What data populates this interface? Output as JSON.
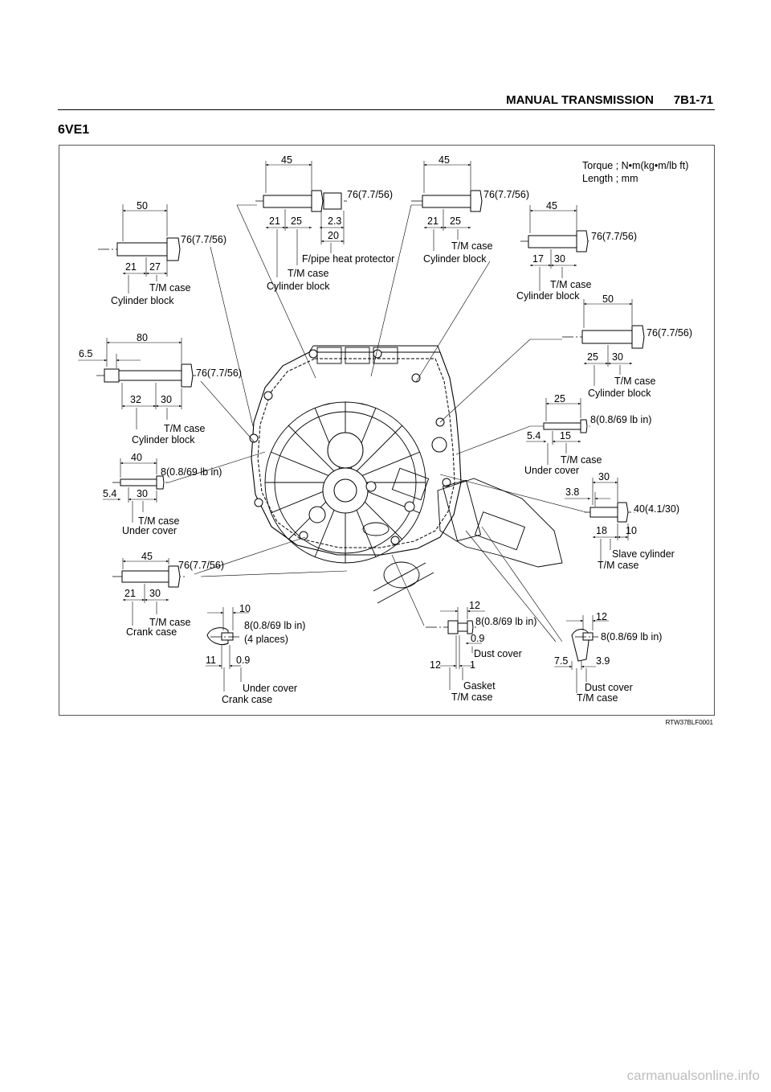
{
  "header": {
    "title": "MANUAL TRANSMISSION",
    "page": "7B1-71"
  },
  "model": "6VE1",
  "figure_code": "RTW37BLF0001",
  "footer": "carmanualsonline.info",
  "legend": {
    "torque": "Torque ; N•m(kg•m/lb ft)",
    "length": "Length ; mm"
  },
  "bolts": {
    "b1": {
      "len": "50",
      "torque": "76(7.7/56)",
      "d1": "21",
      "d2": "27",
      "l1": "T/M case",
      "l2": "Cylinder block"
    },
    "b2": {
      "len": "45",
      "torque": "76(7.7/56)",
      "d1": "21",
      "d2": "25",
      "d3": "2.3",
      "d4": "20",
      "l1": "F/pipe heat protector",
      "l2": "T/M case",
      "l3": "Cylinder block"
    },
    "b3": {
      "len": "45",
      "torque": "76(7.7/56)",
      "d1": "21",
      "d2": "25",
      "l1": "T/M case",
      "l2": "Cylinder block"
    },
    "b4": {
      "len": "45",
      "torque": "76(7.7/56)",
      "d1": "17",
      "d2": "30",
      "l1": "T/M case",
      "l2": "Cylinder block"
    },
    "b5": {
      "len": "80",
      "torque": "76(7.7/56)",
      "d0": "6.5",
      "d1": "32",
      "d2": "30",
      "l1": "T/M case",
      "l2": "Cylinder block"
    },
    "b6": {
      "len": "50",
      "torque": "76(7.7/56)",
      "d1": "25",
      "d2": "30",
      "l1": "T/M case",
      "l2": "Cylinder block"
    },
    "b7": {
      "len": "25",
      "torque": "8(0.8/69 lb in)",
      "d1": "5.4",
      "d2": "15",
      "l1": "T/M case",
      "l2": "Under cover"
    },
    "b8": {
      "len": "40",
      "torque": "8(0.8/69 lb in)",
      "d1": "5.4",
      "d2": "30",
      "l1": "T/M case",
      "l2": "Under cover"
    },
    "b9": {
      "len": "30",
      "torque": "40(4.1/30)",
      "d0": "3.8",
      "d1": "18",
      "d2": "10",
      "l1": "Slave cylinder",
      "l2": "T/M case"
    },
    "b10": {
      "len": "45",
      "torque": "76(7.7/56)",
      "d1": "21",
      "d2": "30",
      "l1": "T/M case",
      "l2": "Crank case"
    },
    "b11": {
      "len": "10",
      "torque": "8(0.8/69 lb in)",
      "places": "(4 places)",
      "d1": "11",
      "d2": "0.9",
      "l1": "Under cover",
      "l2": "Crank case"
    },
    "b12": {
      "len": "12",
      "torque": "8(0.8/69 lb in)",
      "d1": "0.9",
      "d2": "12",
      "d3": "1",
      "l1": "Dust cover",
      "l2": "Gasket",
      "l3": "T/M case"
    },
    "b13": {
      "len": "12",
      "torque": "8(0.8/69 lb in)",
      "d1": "7.5",
      "d2": "3.9",
      "l1": "Dust cover",
      "l2": "T/M case"
    }
  }
}
